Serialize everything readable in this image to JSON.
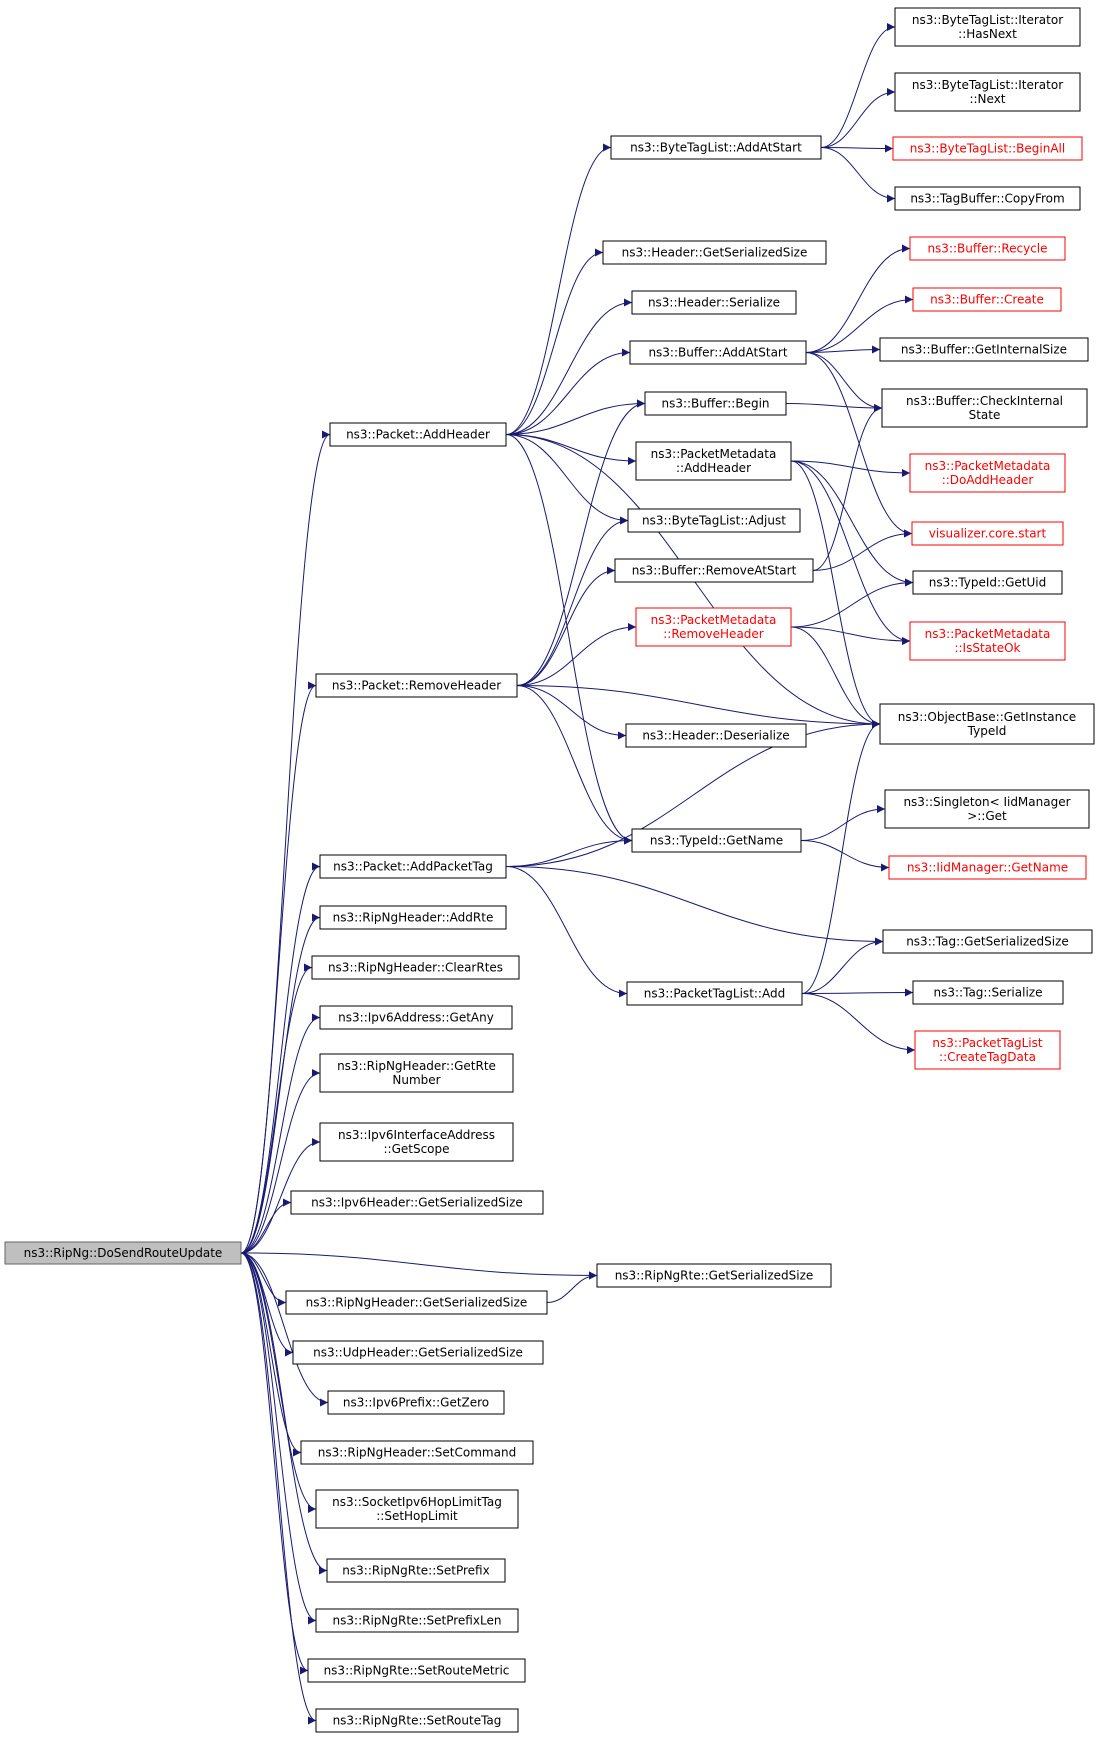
{
  "nodes": [
    {
      "id": "root",
      "lines": [
        "ns3::RipNg::DoSendRouteUpdate"
      ],
      "style": "root"
    },
    {
      "id": "packet-addheader",
      "lines": [
        "ns3::Packet::AddHeader"
      ]
    },
    {
      "id": "packet-removeheader",
      "lines": [
        "ns3::Packet::RemoveHeader"
      ]
    },
    {
      "id": "packet-addpackettag",
      "lines": [
        "ns3::Packet::AddPacketTag"
      ]
    },
    {
      "id": "ripngheader-addrte",
      "lines": [
        "ns3::RipNgHeader::AddRte"
      ]
    },
    {
      "id": "ripngheader-clearrtes",
      "lines": [
        "ns3::RipNgHeader::ClearRtes"
      ]
    },
    {
      "id": "ipv6address-getany",
      "lines": [
        "ns3::Ipv6Address::GetAny"
      ]
    },
    {
      "id": "ripngheader-getrtenumber",
      "lines": [
        "ns3::RipNgHeader::GetRte",
        "Number"
      ]
    },
    {
      "id": "ipv6interfaceaddress-getscope",
      "lines": [
        "ns3::Ipv6InterfaceAddress",
        "::GetScope"
      ]
    },
    {
      "id": "ipv6header-getserializedsize",
      "lines": [
        "ns3::Ipv6Header::GetSerializedSize"
      ]
    },
    {
      "id": "ripngheader-getserializedsize",
      "lines": [
        "ns3::RipNgHeader::GetSerializedSize"
      ]
    },
    {
      "id": "udpheader-getserializedsize",
      "lines": [
        "ns3::UdpHeader::GetSerializedSize"
      ]
    },
    {
      "id": "ipv6prefix-getzero",
      "lines": [
        "ns3::Ipv6Prefix::GetZero"
      ]
    },
    {
      "id": "ripngheader-setcommand",
      "lines": [
        "ns3::RipNgHeader::SetCommand"
      ]
    },
    {
      "id": "socketipv6hoplimittag-sethoplimit",
      "lines": [
        "ns3::SocketIpv6HopLimitTag",
        "::SetHopLimit"
      ]
    },
    {
      "id": "ripngrte-setprefix",
      "lines": [
        "ns3::RipNgRte::SetPrefix"
      ]
    },
    {
      "id": "ripngrte-setprefixlen",
      "lines": [
        "ns3::RipNgRte::SetPrefixLen"
      ]
    },
    {
      "id": "ripngrte-setroutemetric",
      "lines": [
        "ns3::RipNgRte::SetRouteMetric"
      ]
    },
    {
      "id": "ripngrte-setroutetag",
      "lines": [
        "ns3::RipNgRte::SetRouteTag"
      ]
    },
    {
      "id": "ripngrte-getserializedsize",
      "lines": [
        "ns3::RipNgRte::GetSerializedSize"
      ]
    },
    {
      "id": "bytetaglist-addatstart",
      "lines": [
        "ns3::ByteTagList::AddAtStart"
      ]
    },
    {
      "id": "header-getserializedsize",
      "lines": [
        "ns3::Header::GetSerializedSize"
      ]
    },
    {
      "id": "header-serialize",
      "lines": [
        "ns3::Header::Serialize"
      ]
    },
    {
      "id": "buffer-addatstart",
      "lines": [
        "ns3::Buffer::AddAtStart"
      ]
    },
    {
      "id": "buffer-begin",
      "lines": [
        "ns3::Buffer::Begin"
      ]
    },
    {
      "id": "packetmetadata-addheader",
      "lines": [
        "ns3::PacketMetadata",
        "::AddHeader"
      ]
    },
    {
      "id": "bytetaglist-adjust",
      "lines": [
        "ns3::ByteTagList::Adjust"
      ]
    },
    {
      "id": "buffer-removeatstart",
      "lines": [
        "ns3::Buffer::RemoveAtStart"
      ]
    },
    {
      "id": "packetmetadata-removeheader",
      "lines": [
        "ns3::PacketMetadata",
        "::RemoveHeader"
      ],
      "style": "trunc"
    },
    {
      "id": "header-deserialize",
      "lines": [
        "ns3::Header::Deserialize"
      ]
    },
    {
      "id": "typeid-getname",
      "lines": [
        "ns3::TypeId::GetName"
      ]
    },
    {
      "id": "packettaglist-add",
      "lines": [
        "ns3::PacketTagList::Add"
      ]
    },
    {
      "id": "bytetaglist-iterator-hasnext",
      "lines": [
        "ns3::ByteTagList::Iterator",
        "::HasNext"
      ]
    },
    {
      "id": "bytetaglist-iterator-next",
      "lines": [
        "ns3::ByteTagList::Iterator",
        "::Next"
      ]
    },
    {
      "id": "bytetaglist-beginall",
      "lines": [
        "ns3::ByteTagList::BeginAll"
      ],
      "style": "trunc"
    },
    {
      "id": "tagbuffer-copyfrom",
      "lines": [
        "ns3::TagBuffer::CopyFrom"
      ]
    },
    {
      "id": "buffer-recycle",
      "lines": [
        "ns3::Buffer::Recycle"
      ],
      "style": "trunc"
    },
    {
      "id": "buffer-create",
      "lines": [
        "ns3::Buffer::Create"
      ],
      "style": "trunc"
    },
    {
      "id": "buffer-getinternalsize",
      "lines": [
        "ns3::Buffer::GetInternalSize"
      ]
    },
    {
      "id": "buffer-checkinternalstate",
      "lines": [
        "ns3::Buffer::CheckInternal",
        "State"
      ]
    },
    {
      "id": "packetmetadata-doaddheader",
      "lines": [
        "ns3::PacketMetadata",
        "::DoAddHeader"
      ],
      "style": "trunc"
    },
    {
      "id": "visualizer-core-start",
      "lines": [
        "visualizer.core.start"
      ],
      "style": "trunc"
    },
    {
      "id": "typeid-getuid",
      "lines": [
        "ns3::TypeId::GetUid"
      ]
    },
    {
      "id": "packetmetadata-isstateok",
      "lines": [
        "ns3::PacketMetadata",
        "::IsStateOk"
      ],
      "style": "trunc"
    },
    {
      "id": "objectbase-getinstancetypeid",
      "lines": [
        "ns3::ObjectBase::GetInstance",
        "TypeId"
      ]
    },
    {
      "id": "singleton-iidmanager-get",
      "lines": [
        "ns3::Singleton< IidManager",
        ">::Get"
      ]
    },
    {
      "id": "iidmanager-getname",
      "lines": [
        "ns3::IidManager::GetName"
      ],
      "style": "trunc"
    },
    {
      "id": "tag-getserializedsize",
      "lines": [
        "ns3::Tag::GetSerializedSize"
      ]
    },
    {
      "id": "tag-serialize",
      "lines": [
        "ns3::Tag::Serialize"
      ]
    },
    {
      "id": "packettaglist-createtagdata",
      "lines": [
        "ns3::PacketTagList",
        "::CreateTagData"
      ],
      "style": "trunc"
    }
  ],
  "edges": [
    [
      "root",
      "packet-addheader"
    ],
    [
      "root",
      "packet-removeheader"
    ],
    [
      "root",
      "packet-addpackettag"
    ],
    [
      "root",
      "ripngheader-addrte"
    ],
    [
      "root",
      "ripngheader-clearrtes"
    ],
    [
      "root",
      "ipv6address-getany"
    ],
    [
      "root",
      "ripngheader-getrtenumber"
    ],
    [
      "root",
      "ipv6interfaceaddress-getscope"
    ],
    [
      "root",
      "ipv6header-getserializedsize"
    ],
    [
      "root",
      "ripngrte-getserializedsize"
    ],
    [
      "root",
      "ripngheader-getserializedsize"
    ],
    [
      "root",
      "udpheader-getserializedsize"
    ],
    [
      "root",
      "ipv6prefix-getzero"
    ],
    [
      "root",
      "ripngheader-setcommand"
    ],
    [
      "root",
      "socketipv6hoplimittag-sethoplimit"
    ],
    [
      "root",
      "ripngrte-setprefix"
    ],
    [
      "root",
      "ripngrte-setprefixlen"
    ],
    [
      "root",
      "ripngrte-setroutemetric"
    ],
    [
      "root",
      "ripngrte-setroutetag"
    ],
    [
      "ripngheader-getserializedsize",
      "ripngrte-getserializedsize"
    ],
    [
      "packet-addheader",
      "bytetaglist-addatstart"
    ],
    [
      "packet-addheader",
      "header-getserializedsize"
    ],
    [
      "packet-addheader",
      "header-serialize"
    ],
    [
      "packet-addheader",
      "buffer-addatstart"
    ],
    [
      "packet-addheader",
      "buffer-begin"
    ],
    [
      "packet-addheader",
      "packetmetadata-addheader"
    ],
    [
      "packet-addheader",
      "bytetaglist-adjust"
    ],
    [
      "packet-addheader",
      "typeid-getname"
    ],
    [
      "packet-addheader",
      "objectbase-getinstancetypeid"
    ],
    [
      "packet-removeheader",
      "buffer-begin"
    ],
    [
      "packet-removeheader",
      "bytetaglist-adjust"
    ],
    [
      "packet-removeheader",
      "buffer-removeatstart"
    ],
    [
      "packet-removeheader",
      "packetmetadata-removeheader"
    ],
    [
      "packet-removeheader",
      "header-deserialize"
    ],
    [
      "packet-removeheader",
      "typeid-getname"
    ],
    [
      "packet-removeheader",
      "objectbase-getinstancetypeid"
    ],
    [
      "packet-addpackettag",
      "typeid-getname"
    ],
    [
      "packet-addpackettag",
      "objectbase-getinstancetypeid"
    ],
    [
      "packet-addpackettag",
      "packettaglist-add"
    ],
    [
      "packet-addpackettag",
      "tag-getserializedsize"
    ],
    [
      "bytetaglist-addatstart",
      "bytetaglist-iterator-hasnext"
    ],
    [
      "bytetaglist-addatstart",
      "bytetaglist-iterator-next"
    ],
    [
      "bytetaglist-addatstart",
      "bytetaglist-beginall"
    ],
    [
      "bytetaglist-addatstart",
      "tagbuffer-copyfrom"
    ],
    [
      "buffer-addatstart",
      "buffer-recycle"
    ],
    [
      "buffer-addatstart",
      "buffer-create"
    ],
    [
      "buffer-addatstart",
      "buffer-getinternalsize"
    ],
    [
      "buffer-addatstart",
      "buffer-checkinternalstate"
    ],
    [
      "buffer-addatstart",
      "visualizer-core-start"
    ],
    [
      "buffer-begin",
      "buffer-checkinternalstate"
    ],
    [
      "packetmetadata-addheader",
      "packetmetadata-doaddheader"
    ],
    [
      "packetmetadata-addheader",
      "typeid-getuid"
    ],
    [
      "packetmetadata-addheader",
      "packetmetadata-isstateok"
    ],
    [
      "packetmetadata-addheader",
      "objectbase-getinstancetypeid"
    ],
    [
      "buffer-removeatstart",
      "buffer-checkinternalstate"
    ],
    [
      "buffer-removeatstart",
      "visualizer-core-start"
    ],
    [
      "packetmetadata-removeheader",
      "typeid-getuid"
    ],
    [
      "packetmetadata-removeheader",
      "packetmetadata-isstateok"
    ],
    [
      "packetmetadata-removeheader",
      "objectbase-getinstancetypeid"
    ],
    [
      "typeid-getname",
      "singleton-iidmanager-get"
    ],
    [
      "typeid-getname",
      "iidmanager-getname"
    ],
    [
      "packettaglist-add",
      "tag-getserializedsize"
    ],
    [
      "packettaglist-add",
      "tag-serialize"
    ],
    [
      "packettaglist-add",
      "packettaglist-createtagdata"
    ],
    [
      "packettaglist-add",
      "objectbase-getinstancetypeid"
    ]
  ]
}
